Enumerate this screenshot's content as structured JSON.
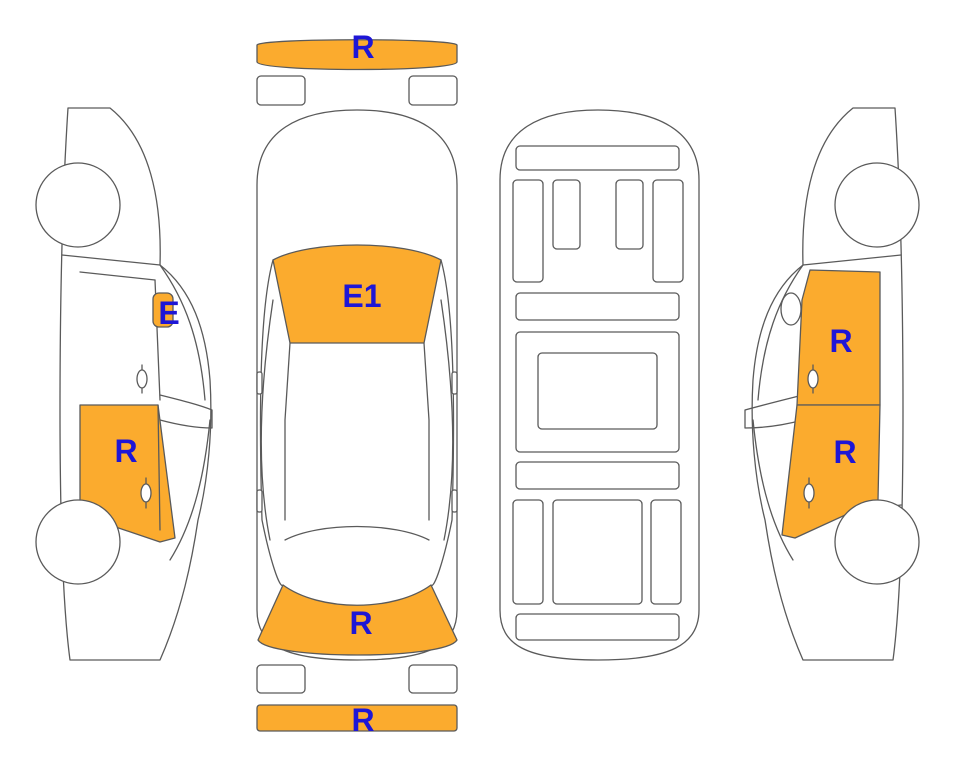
{
  "colors": {
    "damage_fill": "#FBAB2E",
    "label_text": "#1E16D6",
    "outline": "#5A5A5A"
  },
  "labels": {
    "front_bumper": "R",
    "hood": "E1",
    "trunk": "R",
    "rear_bumper": "R",
    "left_small_panel": "E",
    "left_rear_door": "R",
    "right_front_door": "R",
    "right_rear_door": "R"
  }
}
